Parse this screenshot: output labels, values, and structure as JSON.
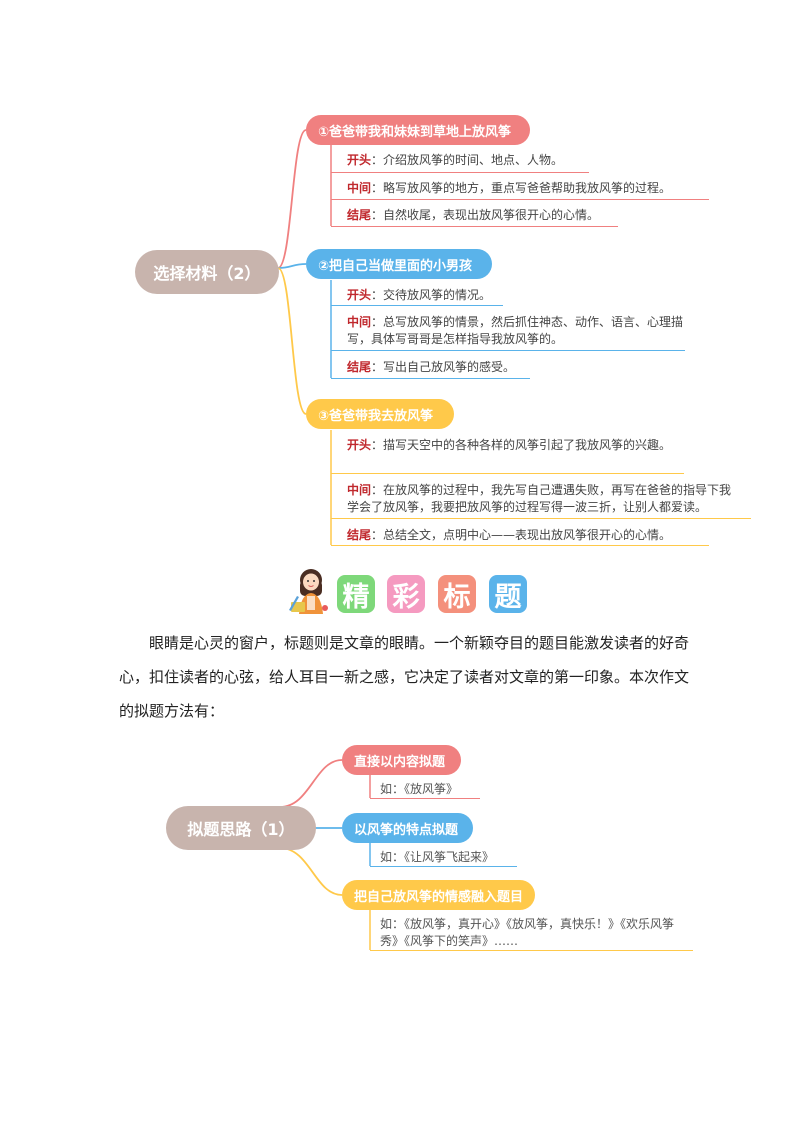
{
  "mindmap1": {
    "root": "选择材料（2）",
    "branches": [
      {
        "title": "①爸爸带我和妹妹到草地上放风筝",
        "items": [
          {
            "label": "开头",
            "text": "：介绍放风筝的时间、地点、人物。"
          },
          {
            "label": "中间",
            "text": "：略写放风筝的地方，重点写爸爸帮助我放风筝的过程。"
          },
          {
            "label": "结尾",
            "text": "：自然收尾，表现出放风筝很开心的心情。"
          }
        ]
      },
      {
        "title": "②把自己当做里面的小男孩",
        "items": [
          {
            "label": "开头",
            "text": "：交待放风筝的情况。"
          },
          {
            "label": "中间",
            "text": "：总写放风筝的情景，然后抓住神态、动作、语言、心理描写，具体写哥哥是怎样指导我放风筝的。"
          },
          {
            "label": "结尾",
            "text": "：写出自己放风筝的感受。"
          }
        ]
      },
      {
        "title": "③爸爸带我去放风筝",
        "items": [
          {
            "label": "开头",
            "text": "：描写天空中的各种各样的风筝引起了我放风筝的兴趣。"
          },
          {
            "label": "中间",
            "text": "：在放风筝的过程中，我先写自己遭遇失败，再写在爸爸的指导下我学会了放风筝，我要把放风筝的过程写得一波三折，让别人都爱读。"
          },
          {
            "label": "结尾",
            "text": "：总结全文，点明中心——表现出放风筝很开心的心情。"
          }
        ]
      }
    ]
  },
  "banner": {
    "chars": [
      "精",
      "彩",
      "标",
      "题"
    ],
    "colors": [
      "#7ed87a",
      "#f59ac0",
      "#f4907c",
      "#5ab3ea"
    ]
  },
  "paragraph": "眼睛是心灵的窗户，标题则是文章的眼睛。一个新颖夺目的题目能激发读者的好奇心，扣住读者的心弦，给人耳目一新之感，它决定了读者对文章的第一印象。本次作文的拟题方法有：",
  "mindmap2": {
    "root": "拟题思路（1）",
    "branches": [
      {
        "title": "直接以内容拟题",
        "example": "如：《放风筝》"
      },
      {
        "title": "以风筝的特点拟题",
        "example": "如：《让风筝飞起来》"
      },
      {
        "title": "把自己放风筝的情感融入题目",
        "example": "如：《放风筝，真开心》《放风筝，真快乐！》《欢乐风筝秀》《风筝下的笑声》……"
      }
    ]
  }
}
